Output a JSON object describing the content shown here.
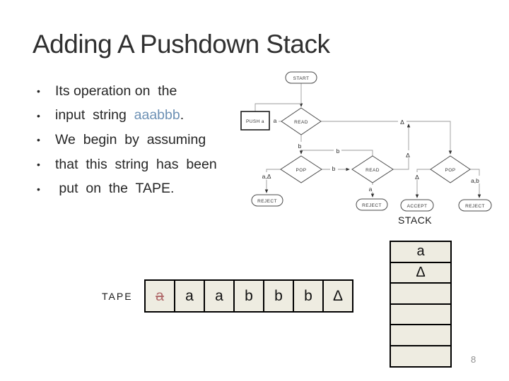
{
  "slide": {
    "title": "Adding A Pushdown Stack",
    "page_number": "8"
  },
  "bullets": {
    "line1": "Its operation on  the",
    "line2_prefix": "input  string  ",
    "line2_highlight": "aaabbb",
    "line2_suffix": ".",
    "line3": "We  begin  by  assuming",
    "line4": "that  this  string  has  been",
    "line5": " put  on  the  TAPE."
  },
  "diagram": {
    "nodes": {
      "start": "START",
      "push": "PUSH a",
      "read1": "READ",
      "pop1": "POP",
      "read2": "READ",
      "pop2": "POP",
      "reject1": "REJECT",
      "reject2": "REJECT",
      "accept": "ACCEPT",
      "reject3": "REJECT"
    },
    "edges": {
      "read1_to_push": "a",
      "read1_to_pop1": "b",
      "read1_to_pop2": "Δ",
      "pop1_to_reject1": "a,Δ",
      "pop1_to_read2": "b",
      "read2_to_pop1": "b",
      "read2_to_reject2": "a",
      "read2_to_pop2": "Δ",
      "pop2_to_accept": "Δ",
      "pop2_to_reject3": "a,b"
    }
  },
  "stack": {
    "label": "STACK",
    "cells": [
      "a",
      "Δ",
      "",
      "",
      "",
      ""
    ]
  },
  "tape": {
    "label": "TAPE",
    "cells": [
      "a",
      "a",
      "a",
      "b",
      "b",
      "b",
      "Δ"
    ],
    "struck_cell_index": 0
  },
  "colors": {
    "cell_fill": "#eeece1",
    "struck_letter": "#b06a6a",
    "highlight_text": "#6d91b5",
    "page_number_gray": "#909090"
  }
}
